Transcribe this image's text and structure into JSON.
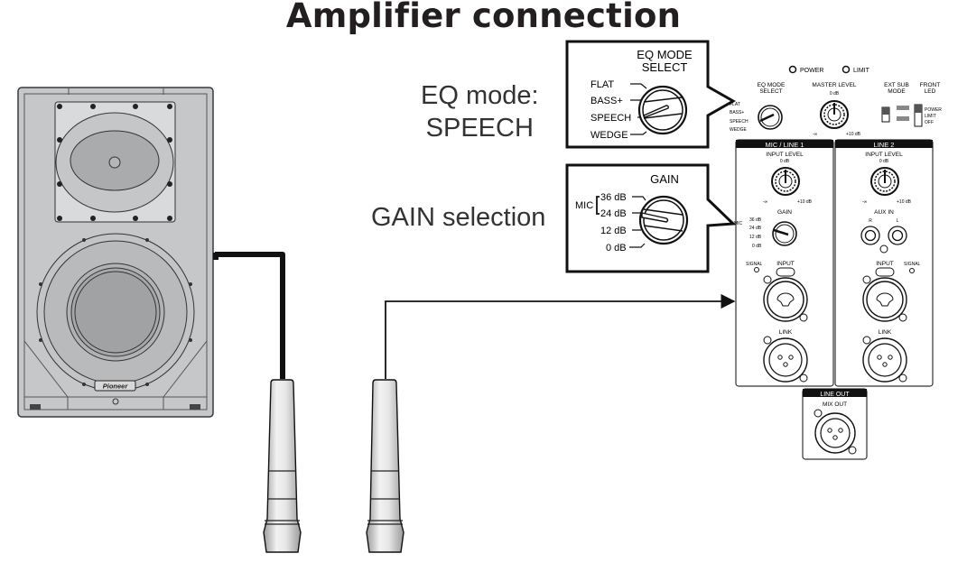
{
  "title": "Amplifier connection",
  "captions": {
    "eq_mode_line1": "EQ mode:",
    "eq_mode_line2": "SPEECH",
    "gain_selection": "GAIN selection"
  },
  "eq_callout": {
    "heading_line1": "EQ MODE",
    "heading_line2": "SELECT",
    "options": [
      "FLAT",
      "BASS+",
      "SPEECH",
      "WEDGE"
    ],
    "selected": "SPEECH"
  },
  "gain_callout": {
    "heading": "GAIN",
    "mic_label": "MIC",
    "options": [
      "36 dB",
      "24 dB",
      "12 dB",
      "0 dB"
    ],
    "selected": "24 dB"
  },
  "rear_panel": {
    "power_label": "POWER",
    "limit_label": "LIMIT",
    "eq_mode_select_line1": "EQ MODE",
    "eq_mode_select_line2": "SELECT",
    "eq_options": [
      "FLAT",
      "BASS+",
      "SPEECH",
      "WEDGE"
    ],
    "master_level": "MASTER LEVEL",
    "master_zero": "0 dB",
    "master_min": "-∞",
    "master_max": "+10 dB",
    "ext_sub_line1": "EXT SUB",
    "ext_sub_line2": "MODE",
    "front_led_line1": "FRONT",
    "front_led_line2": "LED",
    "front_led_options": [
      "POWER",
      "LIMIT",
      "OFF"
    ],
    "ch1_header": "MIC / LINE 1",
    "ch2_header": "LINE 2",
    "input_level": "INPUT LEVEL",
    "input_zero": "0 dB",
    "input_min": "-∞",
    "input_max": "+10 dB",
    "gain_label": "GAIN",
    "gain_mic": "MIC",
    "gain_options": [
      "36 dB",
      "24 dB",
      "12 dB",
      "0 dB"
    ],
    "aux_in": "AUX IN",
    "aux_r": "R",
    "aux_l": "L",
    "signal": "SIGNAL",
    "input": "INPUT",
    "link": "LINK",
    "line_out": "LINE OUT",
    "mix_out": "MIX OUT"
  },
  "speaker": {
    "brand": "Pioneer"
  },
  "colors": {
    "text": "#231f20",
    "speaker_body": "#c9cacc",
    "speaker_dark": "#8f9194",
    "cable": "#111111"
  }
}
